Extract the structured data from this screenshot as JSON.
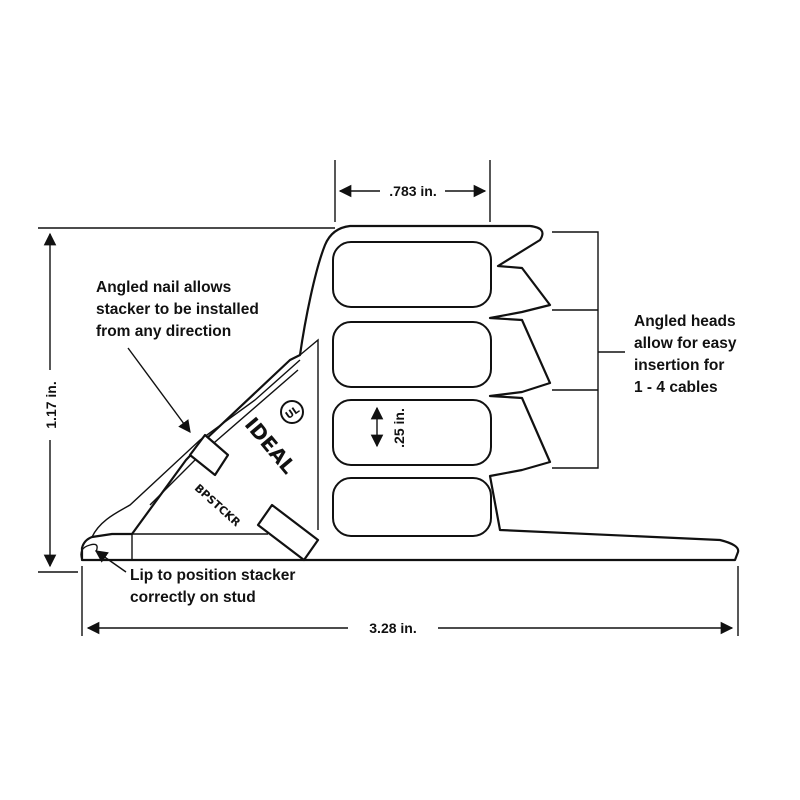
{
  "dimensions": {
    "top_width": ".783 in.",
    "height": "1.17 in.",
    "slot_height": ".25 in.",
    "total_width": "3.28 in."
  },
  "callouts": {
    "nail": [
      "Angled nail allows",
      "stacker to be installed",
      "from any direction"
    ],
    "heads": [
      "Angled heads",
      "allow for easy",
      "insertion for",
      "1 - 4 cables"
    ],
    "lip": [
      "Lip to position stacker",
      "correctly on stud"
    ]
  },
  "part_markings": {
    "brand": "IDEAL",
    "model": "BPSTCKR",
    "cert": "UL"
  }
}
